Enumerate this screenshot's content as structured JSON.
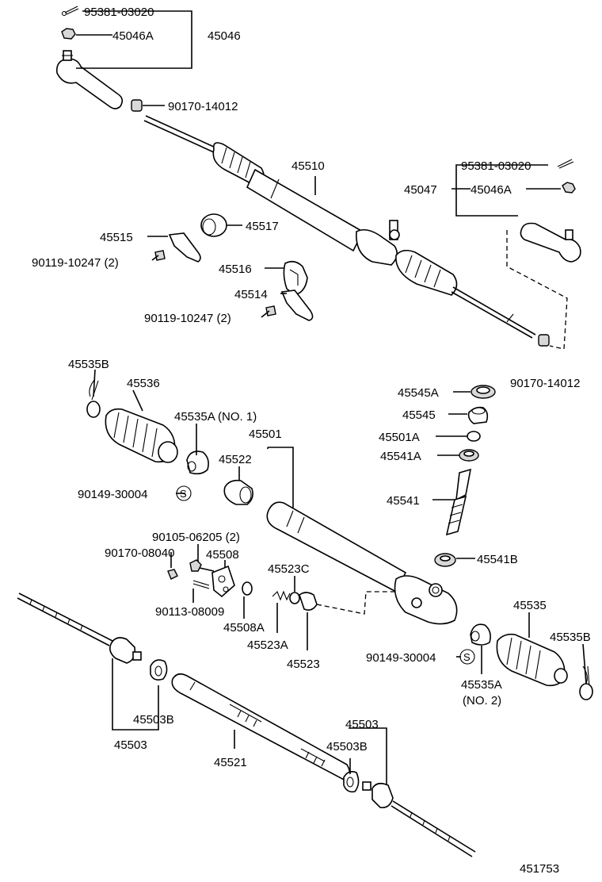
{
  "labels": {
    "p_95381_03020_top": "95381-03020",
    "p_45046a": "45046A",
    "p_45046": "45046",
    "p_90170_14012_top": "90170-14012",
    "p_45510": "45510",
    "p_95381_03020_right": "95381-03020",
    "p_45047": "45047",
    "p_45046a_right": "45046A",
    "p_45515": "45515",
    "p_45517": "45517",
    "p_90119_10247_a": "90119-10247 (2)",
    "p_45516": "45516",
    "p_45514": "45514",
    "p_90119_10247_b": "90119-10247 (2)",
    "p_90170_14012_right": "90170-14012",
    "p_45535b_left": "45535B",
    "p_45536": "45536",
    "p_45545a": "45545A",
    "p_45545": "45545",
    "p_45535a_no1": "45535A (NO. 1)",
    "p_45501": "45501",
    "p_45501a": "45501A",
    "p_45522": "45522",
    "p_45541a": "45541A",
    "p_90149_30004_left": "90149-30004",
    "p_s_left": "S",
    "p_45541": "45541",
    "p_90105_06205": "90105-06205 (2)",
    "p_90170_08040": "90170-08040",
    "p_45508": "45508",
    "p_45541b": "45541B",
    "p_45523c": "45523C",
    "p_90113_08009": "90113-08009",
    "p_45535": "45535",
    "p_45535b_right": "45535B",
    "p_45508a": "45508A",
    "p_45523a": "45523A",
    "p_45523": "45523",
    "p_90149_30004_right": "90149-30004",
    "p_s_right": "S",
    "p_45535a": "45535A",
    "p_no2": "(NO. 2)",
    "p_45503b_left": "45503B",
    "p_45503_left": "45503",
    "p_45521": "45521",
    "p_45503_right": "45503",
    "p_45503b_right": "45503B",
    "p_451753": "451753"
  }
}
